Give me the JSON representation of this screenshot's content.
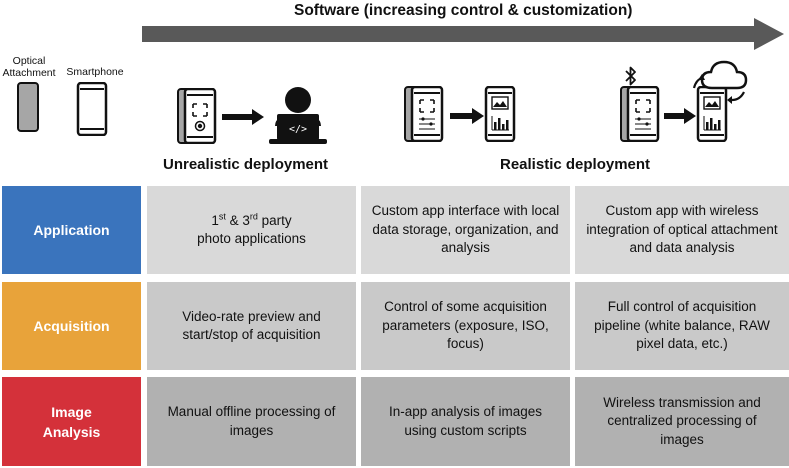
{
  "header": {
    "arrow_title": "Software (increasing control & customization)"
  },
  "legend": {
    "optical_attachment": "Optical\nAttachment",
    "smartphone": "Smartphone"
  },
  "deployments": {
    "unrealistic": "Unrealistic deployment",
    "realistic": "Realistic deployment"
  },
  "icons": {
    "bluetooth": "bluetooth-icon",
    "cloud": "cloud-sync-icon",
    "laptop_user": "person-laptop-icon"
  },
  "colors": {
    "application": "#3a74bd",
    "acquisition": "#e8a33a",
    "image_analysis": "#d4313a",
    "arrow": "#595959"
  },
  "rows": {
    "application": {
      "label": "Application",
      "col1_pre": "1",
      "col1_sup1": "st",
      "col1_mid": " & 3",
      "col1_sup2": "rd",
      "col1_post": " party",
      "col1_line2": "photo applications",
      "col2": "Custom app interface with local data storage, organization, and analysis",
      "col3": "Custom app with wireless integration of optical attachment and data analysis"
    },
    "acquisition": {
      "label": "Acquisition",
      "col1": "Video-rate preview and start/stop of acquisition",
      "col2": "Control of some acquisition parameters (exposure, ISO, focus)",
      "col3": "Full control of acquisition pipeline (white balance, RAW pixel data, etc.)"
    },
    "image_analysis": {
      "label": "Image Analysis",
      "col1": "Manual offline processing of images",
      "col2": "In-app analysis of images using custom scripts",
      "col3": "Wireless transmission and centralized processing of images"
    }
  }
}
